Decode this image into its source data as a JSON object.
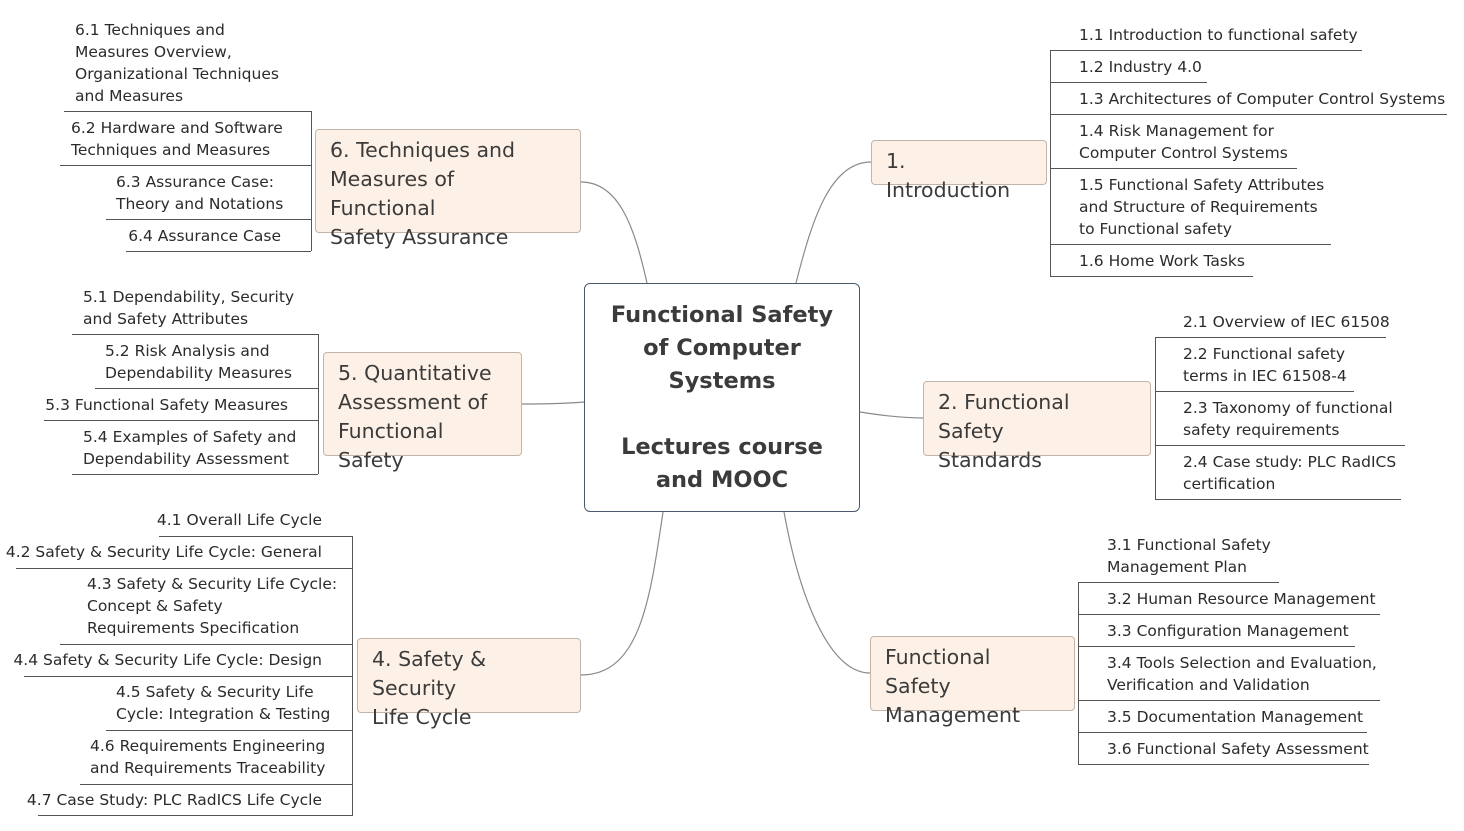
{
  "center": {
    "title": "Functional Safety\nof Computer\nSystems",
    "subtitle": "Lectures course\nand MOOC"
  },
  "branches": [
    {
      "label": "1. Introduction",
      "children": [
        "1.1 Introduction to functional safety",
        "1.2 Industry 4.0",
        "1.3 Architectures of Computer Control Systems",
        "1.4 Risk Management for\nComputer Control Systems",
        "1.5 Functional Safety Attributes\nand Structure of Requirements\nto Functional safety",
        "1.6 Home Work Tasks"
      ]
    },
    {
      "label": "2. Functional Safety\nStandards",
      "children": [
        "2.1 Overview of IEC 61508",
        "2.2 Functional safety\nterms in IEC 61508-4",
        "2.3 Taxonomy of functional\nsafety requirements",
        "2.4 Case study: PLC RadICS\ncertification"
      ]
    },
    {
      "label": "Functional Safety\nManagement",
      "children": [
        "3.1 Functional Safety\nManagement Plan",
        "3.2 Human Resource Management",
        "3.3 Configuration Management",
        "3.4 Tools Selection and Evaluation,\nVerification and Validation",
        "3.5 Documentation Management",
        "3.6 Functional Safety Assessment"
      ]
    },
    {
      "label": "4. Safety & Security\nLife Cycle",
      "children": [
        "4.1 Overall Life Cycle",
        "4.2 Safety & Security Life Cycle: General",
        "4.3 Safety & Security Life Cycle:\nConcept & Safety\nRequirements Specification",
        "4.4 Safety & Security Life Cycle: Design",
        "4.5 Safety & Security Life\nCycle: Integration & Testing",
        "4.6 Requirements Engineering\nand Requirements Traceability",
        "4.7 Case Study: PLC RadICS Life Cycle"
      ]
    },
    {
      "label": "5. Quantitative\nAssessment of\nFunctional Safety",
      "children": [
        "5.1 Dependability, Security\nand Safety Attributes",
        "5.2 Risk Analysis and\nDependability Measures",
        "5.3 Functional Safety Measures",
        "5.4 Examples of Safety and\nDependability Assessment"
      ]
    },
    {
      "label": "6. Techniques and\nMeasures of Functional\nSafety Assurance",
      "children": [
        "6.1 Techniques and\nMeasures Overview,\nOrganizational Techniques\nand Measures",
        "6.2 Hardware and Software\nTechniques and Measures",
        "6.3 Assurance Case:\nTheory and Notations",
        "6.4 Assurance Case"
      ]
    }
  ]
}
